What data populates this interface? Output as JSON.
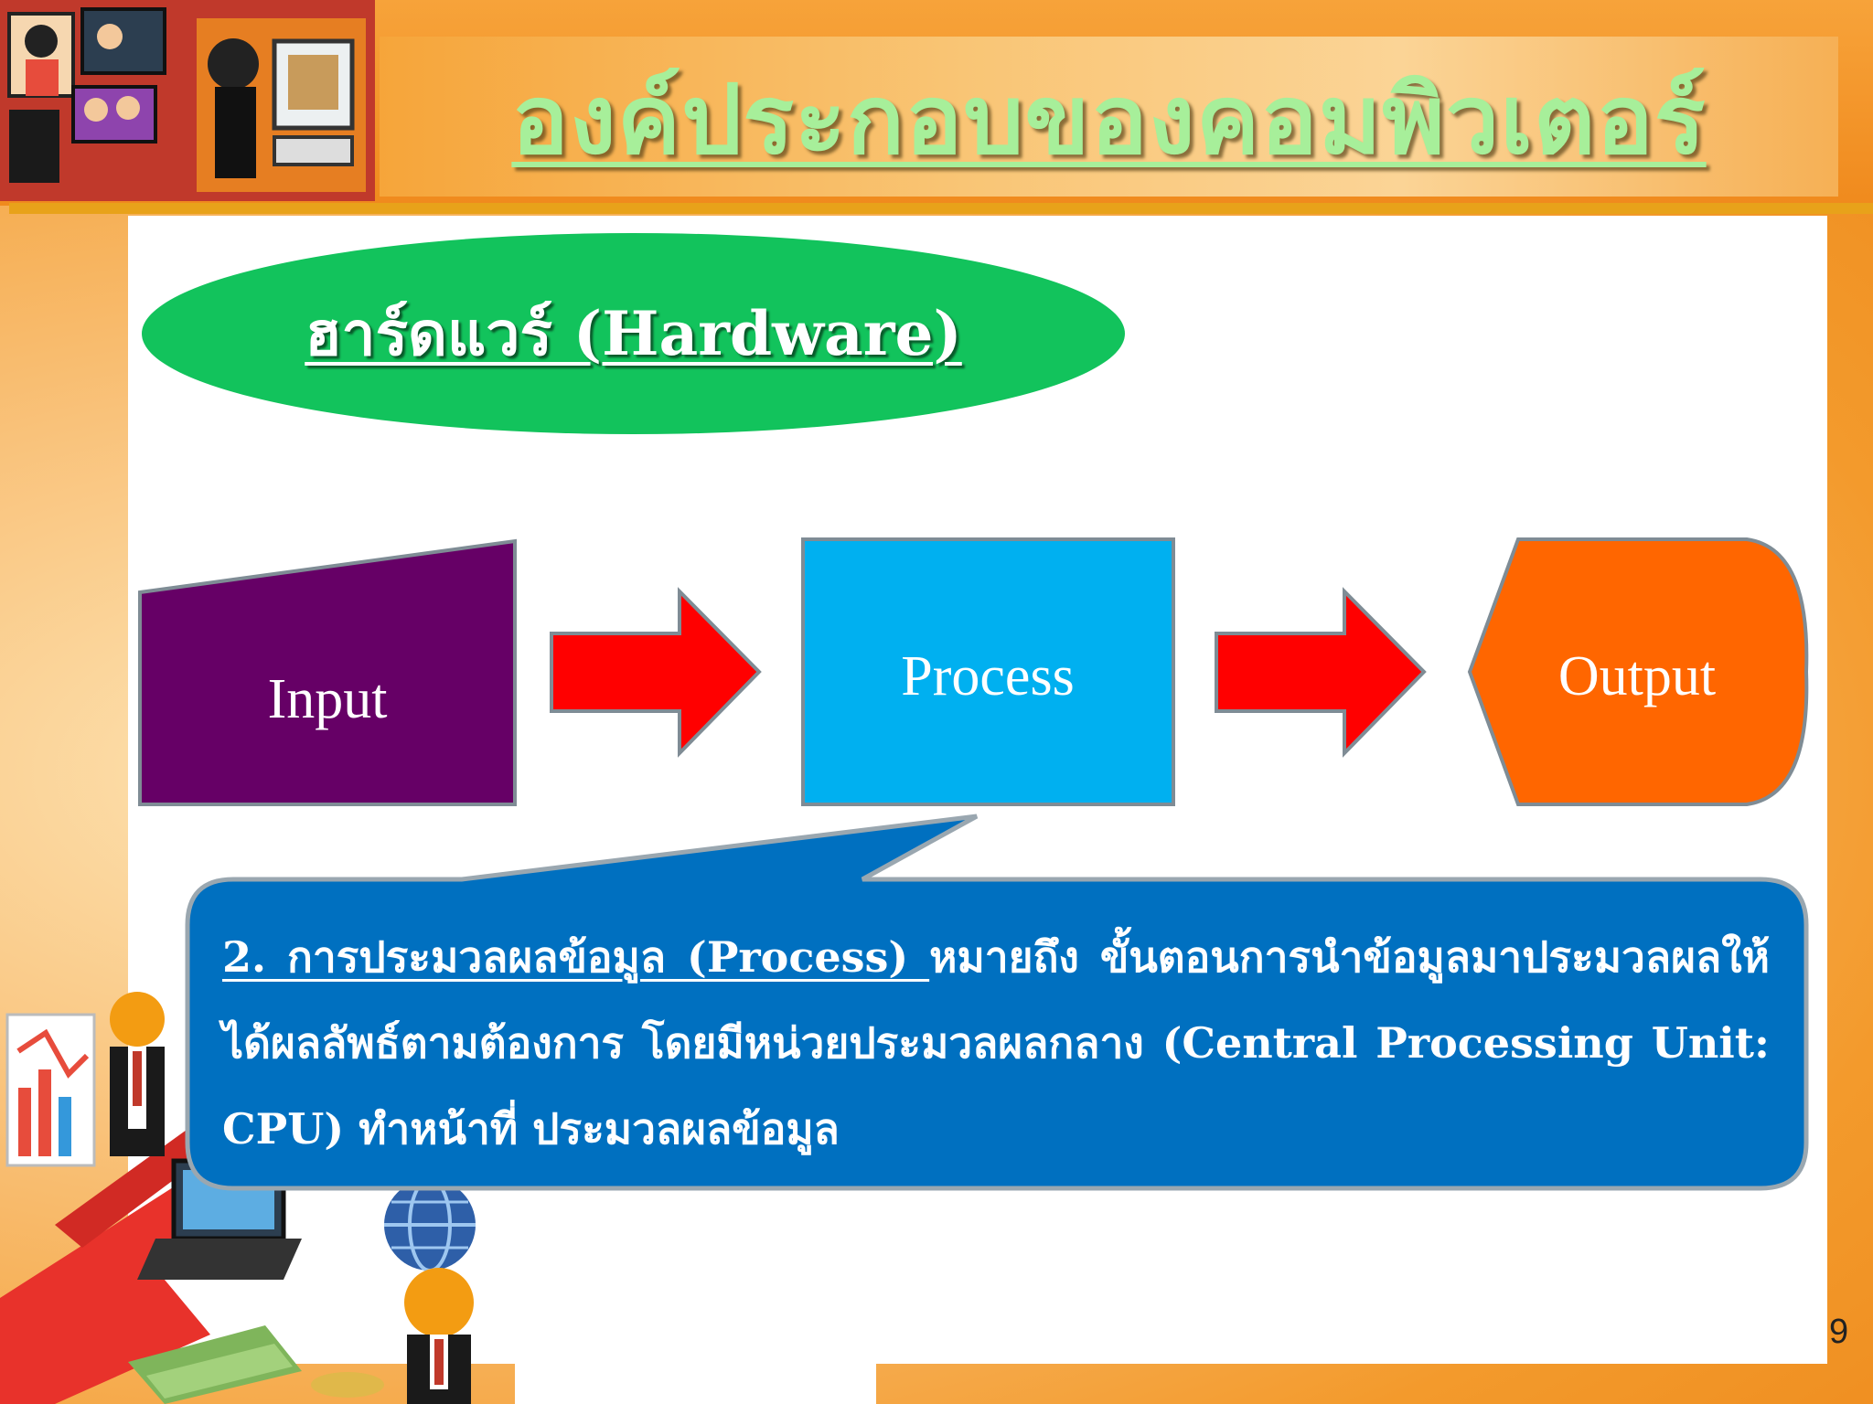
{
  "slide": {
    "title": "องค์ประกอบของคอมพิวเตอร์",
    "page_number": "9"
  },
  "hardware_label": "ฮาร์ดแวร์ (Hardware)",
  "flow": {
    "input_label": "Input",
    "process_label": "Process",
    "output_label": "Output"
  },
  "callout": {
    "heading": "2. การประมวลผลข้อมูล (Process) ",
    "body": "หมายถึง ขั้นตอนการนำข้อมูลมาประมวลผลให้ได้ผลลัพธ์ตามต้องการ โดยมีหน่วยประมวลผลกลาง (Central Processing Unit: CPU)  ทำหน้าที่ ประมวลผลข้อมูล"
  },
  "colors": {
    "input": "#660066",
    "process": "#00b0f0",
    "output": "#ff6600",
    "arrow": "#ff0000",
    "callout": "#0070c0",
    "ellipse": "#12c35c",
    "title": "#a7ef9a"
  },
  "icons": [
    "office-people-clipart",
    "woman-computer-clipart",
    "businessman-chart-clipart",
    "laptop-clipart",
    "globe-clipart",
    "money-clipart",
    "red-arrow-clipart"
  ]
}
